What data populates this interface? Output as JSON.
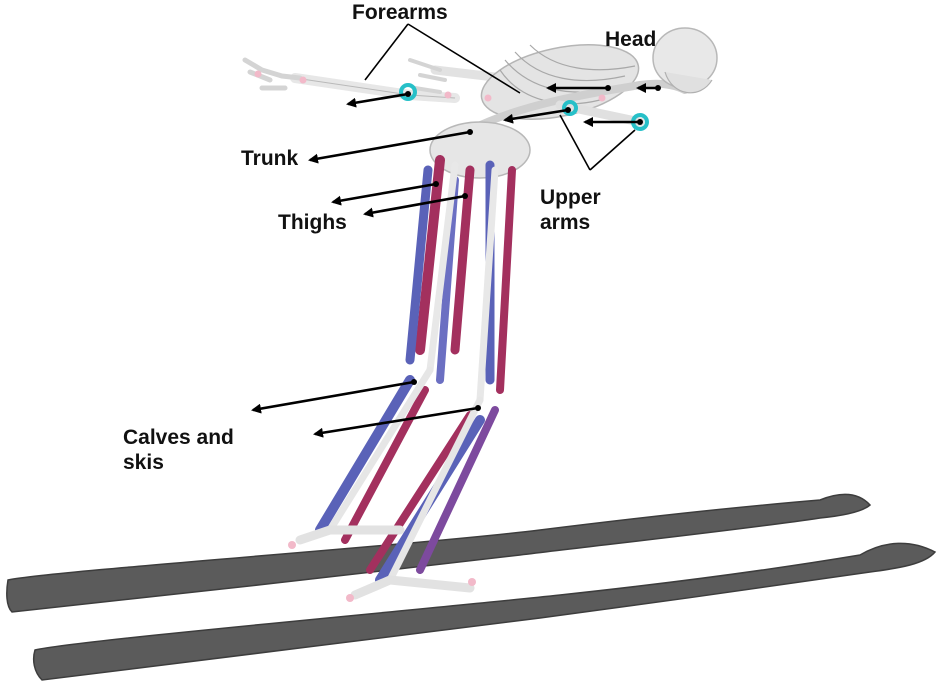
{
  "labels": {
    "forearms": "Forearms",
    "head": "Head",
    "trunk": "Trunk",
    "thighs": "Thighs",
    "upper_arms_line1": "Upper",
    "upper_arms_line2": "arms",
    "calves_line1": "Calves and",
    "calves_line2": "skis"
  },
  "colors": {
    "bone": "#e7e7e7",
    "bone_edge": "#b9b9b9",
    "muscle_red": "#a3305e",
    "muscle_blue": "#5a62b8",
    "ski": "#5b5b5b",
    "ski_edge": "#3d3d3d",
    "joint_pink": "#f2b9c9",
    "joint_cyan": "#27c0c8",
    "arrow": "#000000"
  }
}
